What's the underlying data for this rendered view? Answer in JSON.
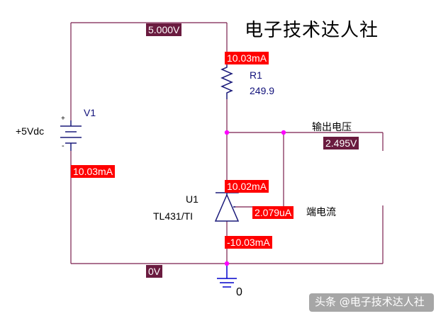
{
  "title": "电子技术达人社",
  "footer": "头条 @电子技术达人社",
  "colors": {
    "wire": "#7a1f4e",
    "probe_current_bg": "#ff0000",
    "probe_voltage_bg": "#6a1b3f",
    "node_dot": "#ff00ff",
    "component": "#1a1a7a",
    "ground": "#0000cc"
  },
  "source": {
    "name": "V1",
    "value": "+5Vdc",
    "plus": "+",
    "minus": "-"
  },
  "resistor": {
    "name": "R1",
    "value": "249.9"
  },
  "regulator": {
    "name": "U1",
    "value": "TL431/TI"
  },
  "ground_label": "0",
  "probes": {
    "v_top": "5.000V",
    "i_r1": "10.03mA",
    "i_v1": "10.03mA",
    "v_out": "2.495V",
    "i_u1_cathode": "10.02mA",
    "i_u1_ref": "2.079uA",
    "i_u1_anode": "-10.03mA",
    "v_ground": "0V"
  },
  "annotations": {
    "output_voltage": "输出电压",
    "ref_current": "端电流"
  }
}
